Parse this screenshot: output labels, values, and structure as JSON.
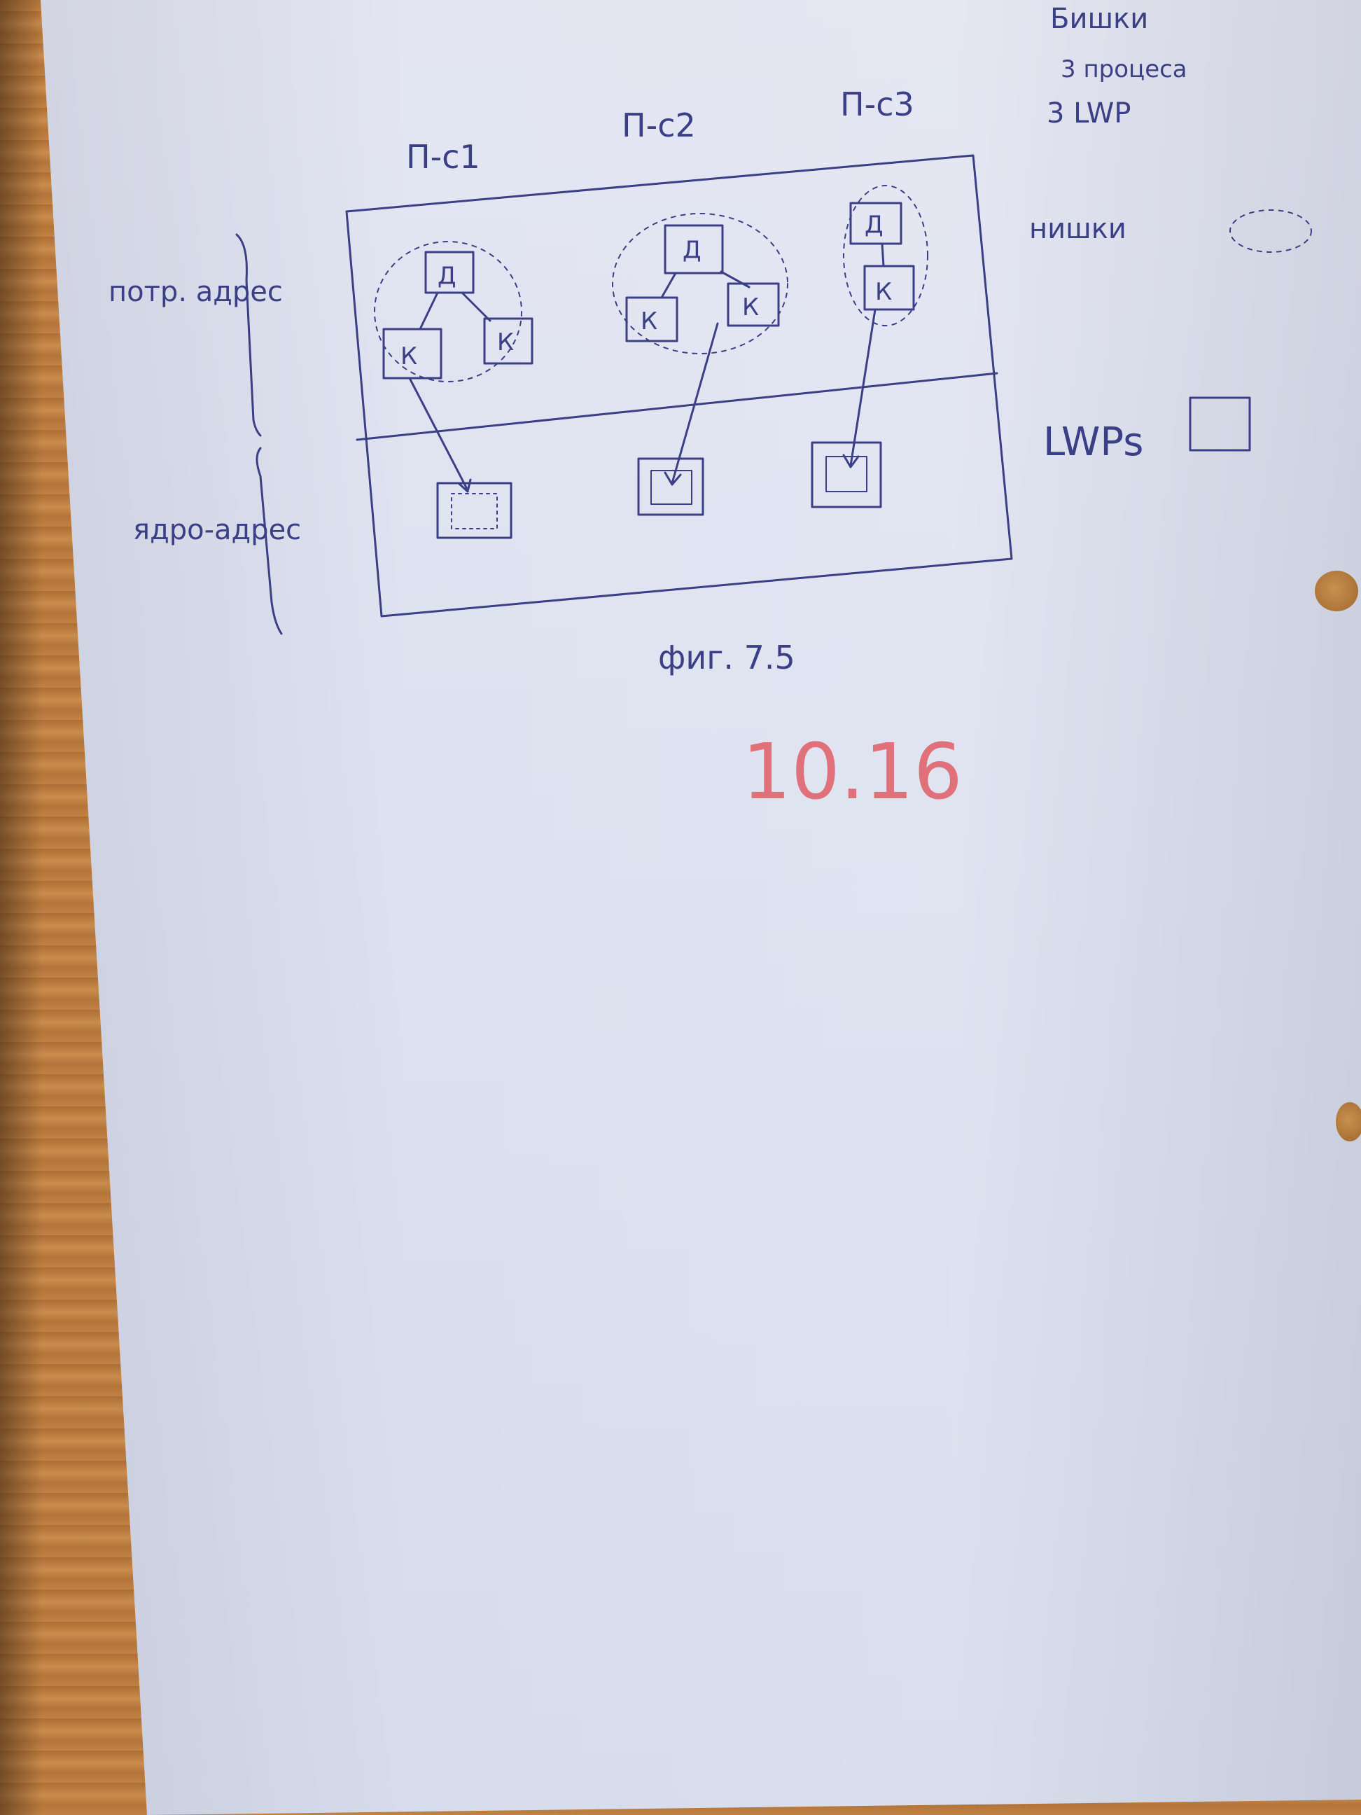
{
  "sheet": {
    "process_labels": [
      "П-с1",
      "П-с2",
      "П-с3"
    ],
    "thread_nodes": [
      "Д",
      "К"
    ],
    "legend": {
      "threads_label": "Бишки",
      "threads_note": "3 процеса",
      "lwp_note": "3 LWP",
      "threads_symbol_label": "нишки",
      "lwp_symbol_label": "LWPs"
    },
    "side_labels": {
      "user_space": "потр. адрес",
      "kernel_space": "ядро-адрес"
    },
    "figure_caption": "фиг. 7.5",
    "red_mark": "10.16"
  },
  "colors": {
    "ink": "#3a3f86",
    "red_ink": "#e0707a",
    "paper": "#dde2f0",
    "desk": "#b97c3c"
  }
}
